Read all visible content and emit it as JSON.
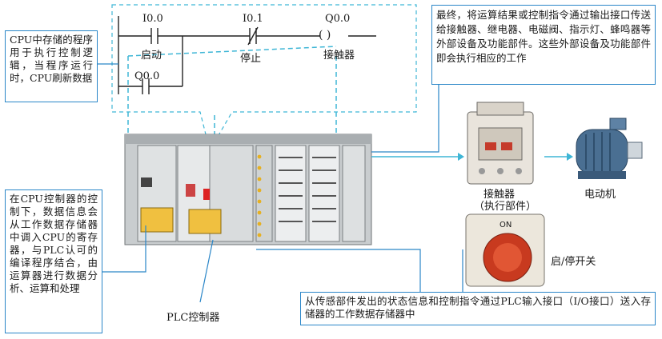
{
  "ladder": {
    "contact_start": "I0.0",
    "contact_stop": "I0.1",
    "coil": "Q0.0",
    "coil_symbol": "(   )",
    "contact_hold": "Q0.0",
    "label_start": "启动",
    "label_stop": "停止",
    "label_coil": "接触器"
  },
  "notes": {
    "cpu_program": "CPU中存储的程序用于执行控制逻辑，当程序运行时，CPU刷新数据",
    "output": "最终，将运算结果或控制指令通过输出接口传送给接触器、继电器、电磁阀、指示灯、蜂鸣器等外部设备及功能部件。这些外部设备及功能部件即会执行相应的工作",
    "register": "在CPU控制器的控制下，数据信息会从工作数据存储器中调入CPU的寄存器，与PLC认可的编译程序结合，由运算器进行数据分析、运算和处理",
    "input": "从传感部件发出的状态信息和控制指令通过PLC输入接口（I/O接口）送入存储器的工作数据存储器中"
  },
  "labels": {
    "plc": "PLC控制器",
    "contactor_line1": "接触器",
    "contactor_line2": "（执行部件）",
    "motor": "电动机",
    "switch": "启/停开关",
    "switch_on": "ON"
  },
  "colors": {
    "accent_blue": "#2a86c8",
    "dash_cyan": "#3fb6d6",
    "plc_gray": "#b8bcbe",
    "module_gray": "#d7dadb"
  }
}
